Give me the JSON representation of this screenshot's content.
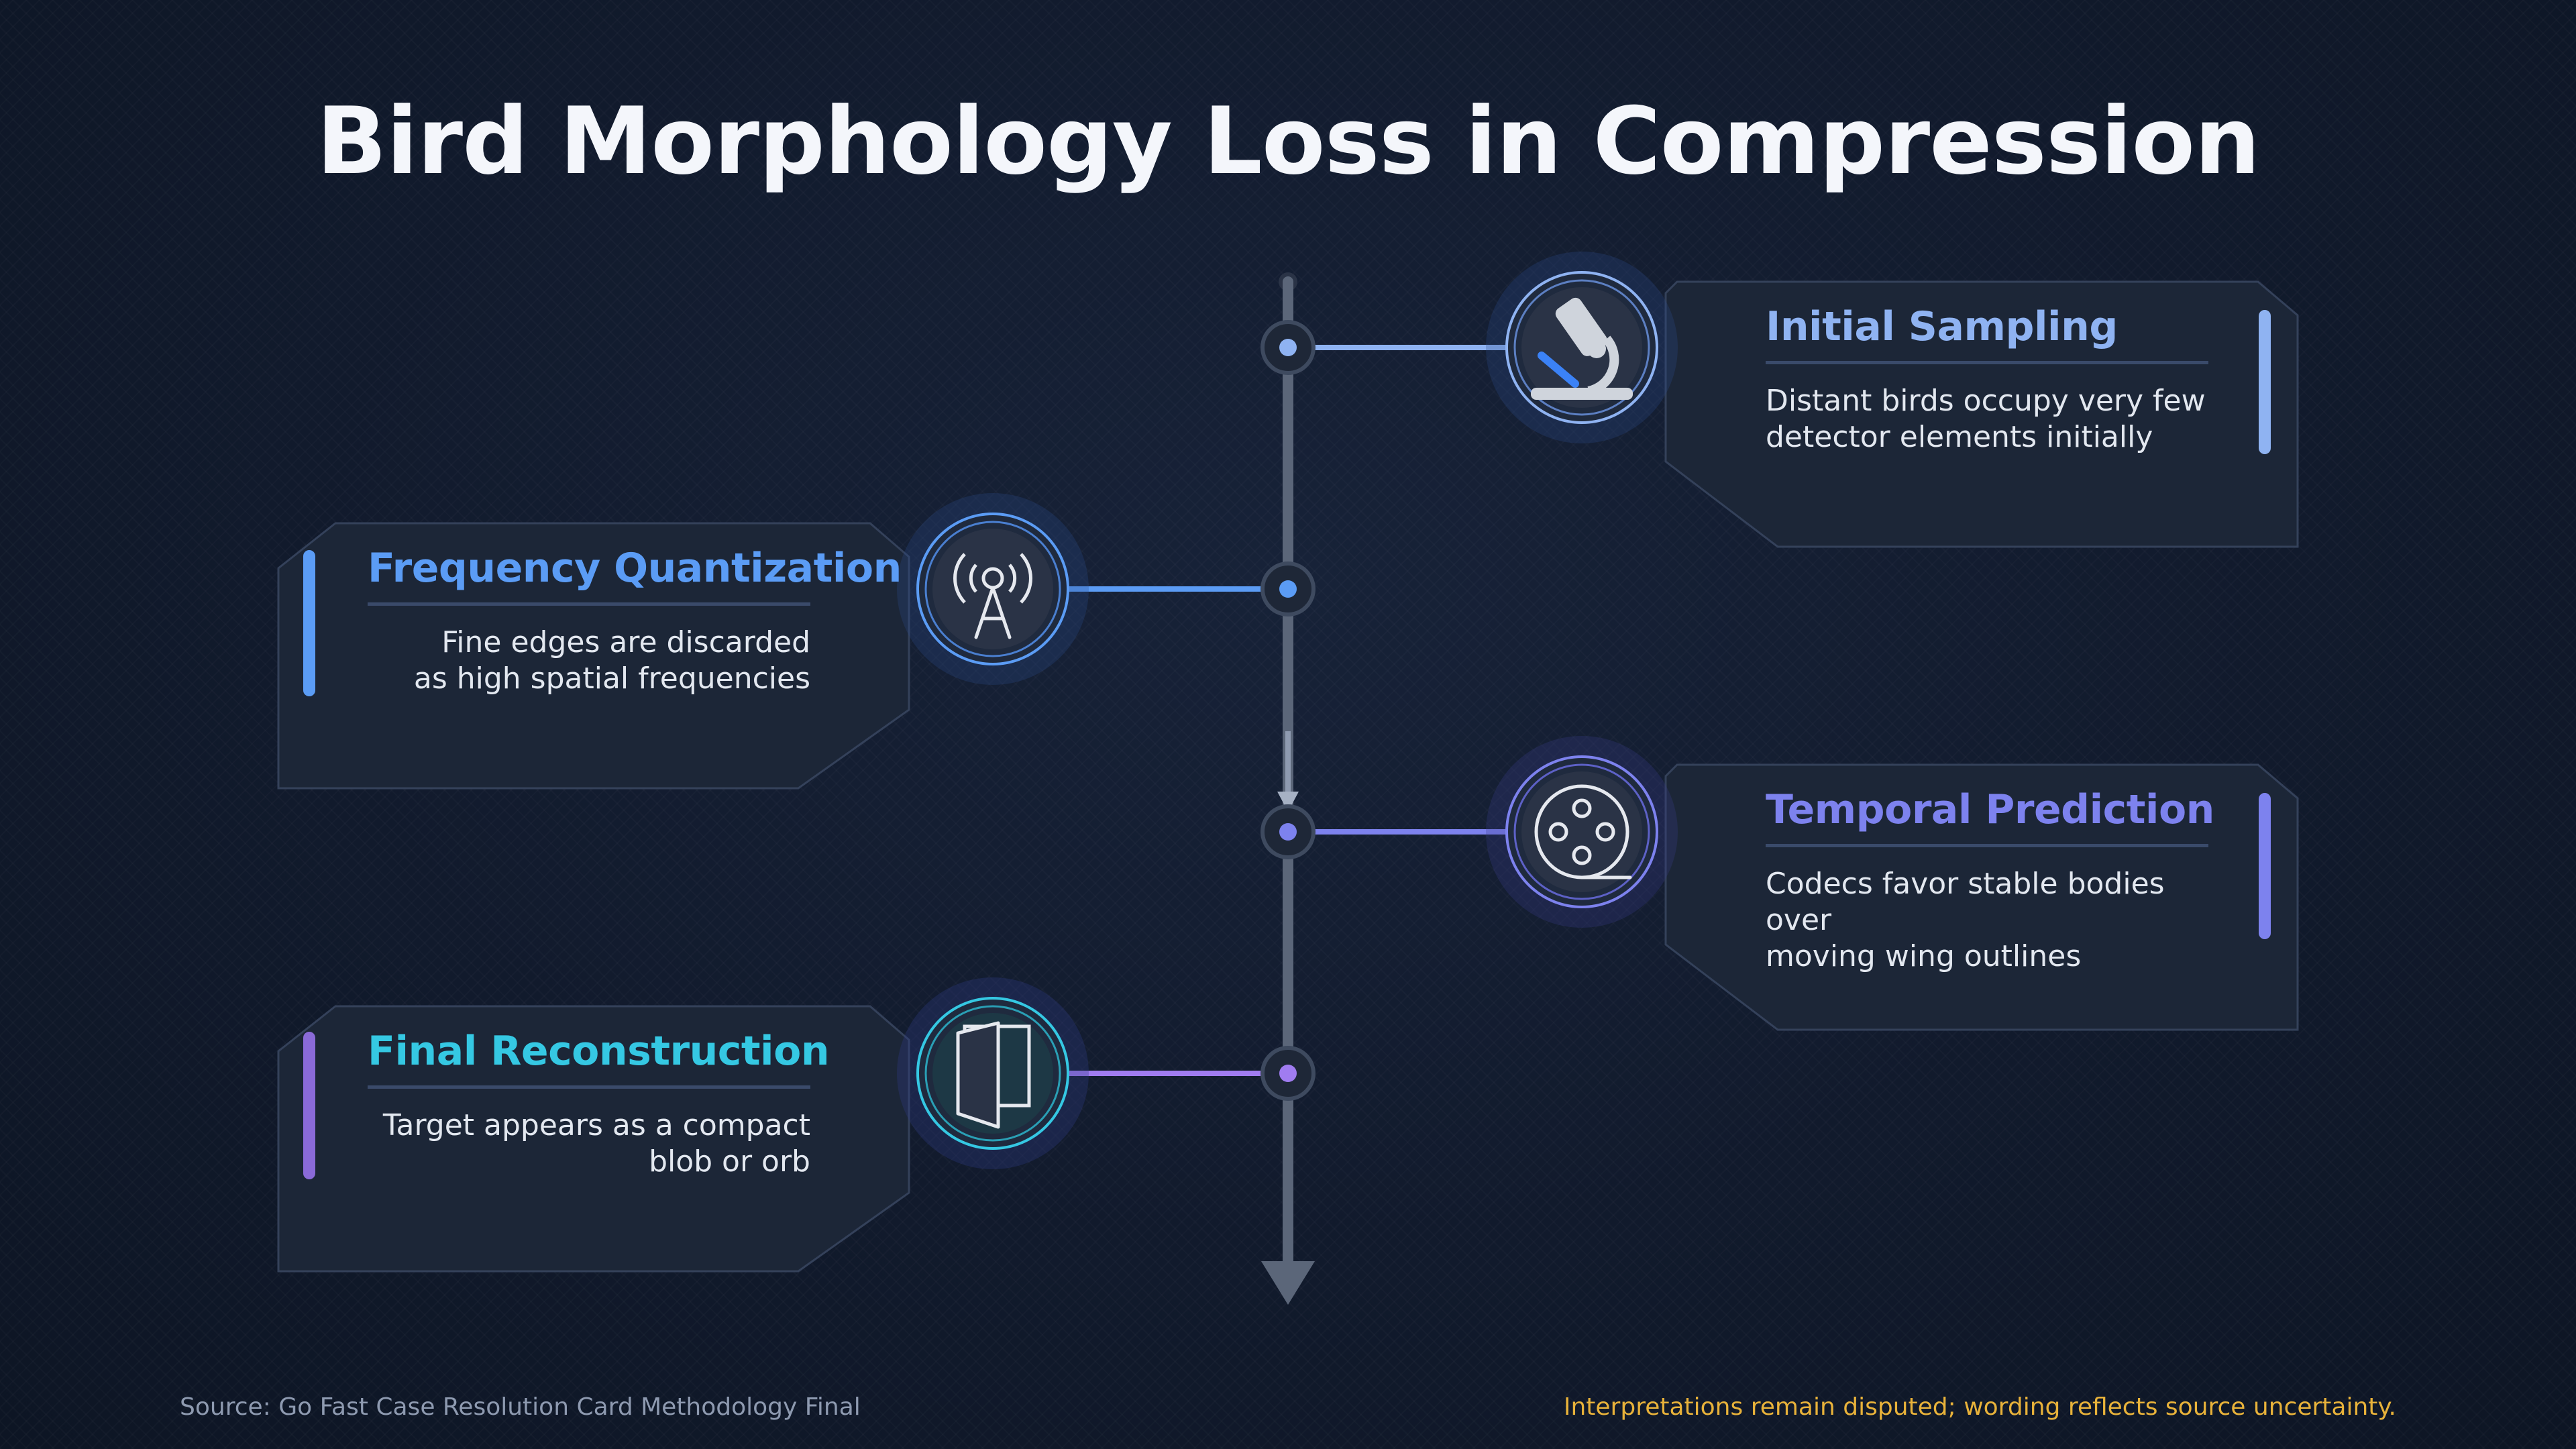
{
  "title": "Bird Morphology Loss in Compression",
  "steps": [
    {
      "title": "Initial Sampling",
      "description": "Distant birds occupy very few\ndetector elements initially",
      "icon": "microscope-icon",
      "accent": "#8fb3f2"
    },
    {
      "title": "Frequency Quantization",
      "description": "Fine edges are discarded\nas high spatial frequencies",
      "icon": "antenna-icon",
      "accent": "#5b9cf5"
    },
    {
      "title": "Temporal Prediction",
      "description": "Codecs favor stable bodies over\nmoving wing outlines",
      "icon": "film-reel-icon",
      "accent": "#7d82ee"
    },
    {
      "title": "Final Reconstruction",
      "description": "Target appears as a compact\nblob or orb",
      "icon": "open-door-icon",
      "accent": "#35c8e3"
    }
  ],
  "footer": {
    "source": "Source: Go Fast Case Resolution Card Methodology Final",
    "note": "Interpretations remain disputed; wording reflects source uncertainty."
  },
  "colors": {
    "timeline": "#5b6679",
    "card_fill": "#1c2637",
    "card_stroke": "#34415a",
    "note": "#e8b23a"
  }
}
